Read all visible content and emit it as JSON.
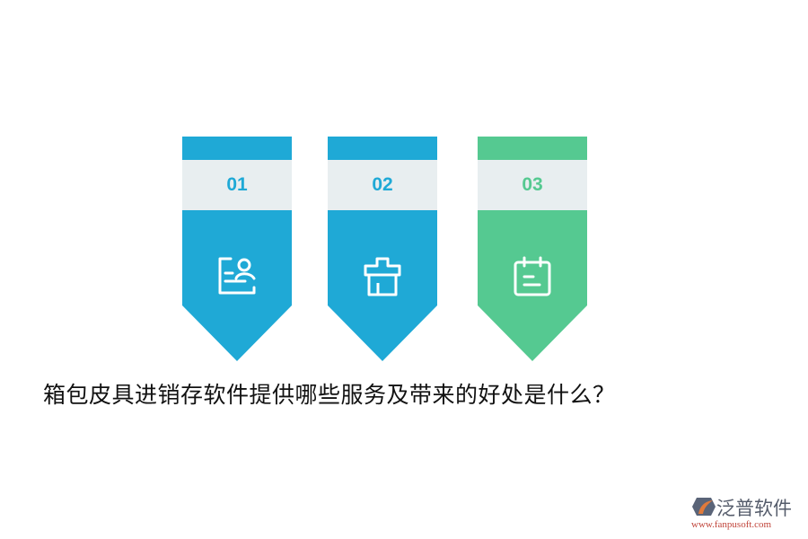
{
  "cards": [
    {
      "number": "01",
      "icon": "user-document-icon",
      "color": "#1fa9d6",
      "number_color": "#1fa9d6"
    },
    {
      "number": "02",
      "icon": "shop-house-icon",
      "color": "#1fa9d6",
      "number_color": "#1fa9d6"
    },
    {
      "number": "03",
      "icon": "calendar-icon",
      "color": "#55c991",
      "number_color": "#55c991"
    }
  ],
  "title": "箱包皮具进销存软件提供哪些服务及带来的好处是什么？",
  "logo": {
    "brand": "泛普软件",
    "url": "www.fanpusoft.com"
  },
  "colors": {
    "blue": "#1fa9d6",
    "green": "#55c991",
    "band": "#e8eef0"
  }
}
